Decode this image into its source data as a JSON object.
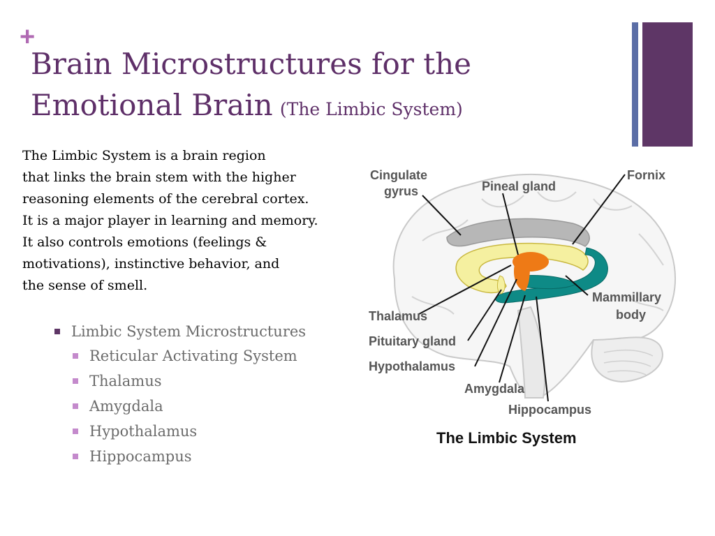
{
  "slide": {
    "plus_glyph": "+",
    "title_line1": "Brain Microstructures for the",
    "title_line2": "Emotional Brain",
    "title_sub": "(The Limbic System)"
  },
  "intro_lines": [
    "The Limbic System is a brain region",
    "that links the brain stem with the higher",
    "reasoning elements of the cerebral cortex.",
    "It is a major player in learning and memory.",
    "It also controls emotions (feelings &",
    "motivations), instinctive behavior, and",
    "the sense of smell."
  ],
  "bullets": {
    "main": "Limbic System Microstructures",
    "sub": [
      "Reticular Activating System",
      "Thalamus",
      "Amygdala",
      "Hypothalamus",
      "Hippocampus"
    ]
  },
  "diagram": {
    "labels": {
      "cingulate1": "Cingulate",
      "cingulate2": "gyrus",
      "pineal": "Pineal gland",
      "fornix": "Fornix",
      "mammillary1": "Mammillary",
      "mammillary2": "body",
      "thalamus": "Thalamus",
      "pituitary": "Pituitary gland",
      "hypothalamus": "Hypothalamus",
      "amygdala": "Amygdala",
      "hippocampus": "Hippocampus"
    },
    "caption": "The Limbic System"
  },
  "colors": {
    "title": "#5e2f68",
    "accent_bar": "#5e3666",
    "accent_thin": "#5b6ea6",
    "cingulate": "#b7b7b7",
    "fornix": "#f5f0a0",
    "hippocampus": "#0e8a86",
    "hypothalamus": "#ee7a16"
  }
}
